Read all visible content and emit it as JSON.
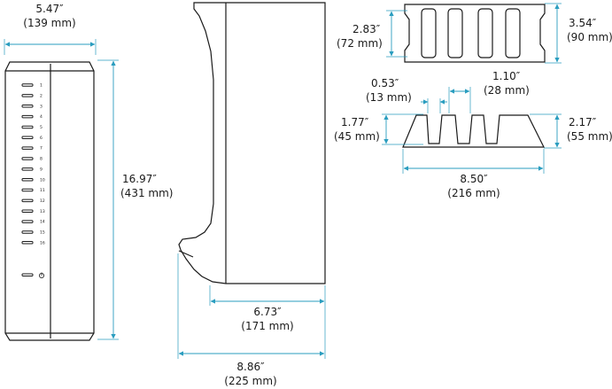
{
  "front_view": {
    "width_in": "5.47″",
    "width_mm": "(139 mm)",
    "height_in": "16.97″",
    "height_mm": "(431 mm)",
    "slot_numbers": [
      "1",
      "2",
      "3",
      "4",
      "5",
      "6",
      "7",
      "8",
      "9",
      "10",
      "11",
      "12",
      "13",
      "14",
      "15",
      "16"
    ],
    "power_icon": "power-icon"
  },
  "side_view": {
    "base_in": "6.73″",
    "base_mm": "(171 mm)",
    "total_in": "8.86″",
    "total_mm": "(225 mm)"
  },
  "top_view": {
    "height_in": "2.83″",
    "height_mm": "(72 mm)",
    "outer_in": "3.54″",
    "outer_mm": "(90 mm)",
    "pitch_in": "1.10″",
    "pitch_mm": "(28 mm)"
  },
  "comb_view": {
    "slot_in": "0.53″",
    "slot_mm": "(13 mm)",
    "inner_h_in": "1.77″",
    "inner_h_mm": "(45 mm)",
    "outer_h_in": "2.17″",
    "outer_h_mm": "(55 mm)",
    "width_in": "8.50″",
    "width_mm": "(216 mm)"
  },
  "colors": {
    "dimension": "#2a9dbf",
    "outline": "#1a1a1a"
  }
}
